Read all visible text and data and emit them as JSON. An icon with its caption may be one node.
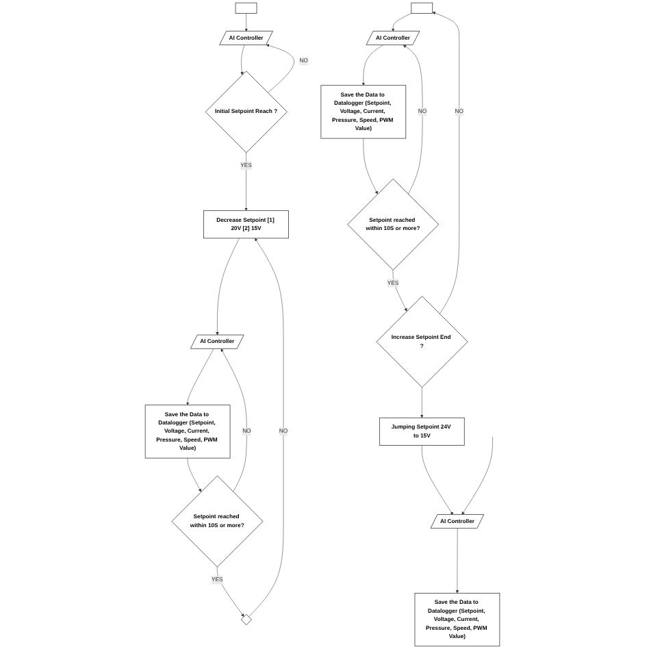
{
  "diagram": {
    "nodes": [
      {
        "text": [],
        "shape": "box"
      },
      {
        "text": [
          "AI Controller"
        ]
      },
      {
        "text": [
          "Initial Setpoint Reach ?"
        ]
      },
      {
        "text": [
          "Decrease Setpoint [1] 20V [2] 15V"
        ]
      },
      {
        "text": [
          "AI Controller"
        ]
      },
      {
        "text": [
          "Save the Data to Datalogger (Setpoint, Voltage, Current, Pressure, Speed, PWM Value)"
        ]
      },
      {
        "text": [
          "Setpoint reached within 10S or more?"
        ]
      },
      {
        "text": [],
        "shape": "diamond"
      },
      {
        "text": [],
        "shape": "box"
      },
      {
        "text": [
          "AI Controller"
        ]
      },
      {
        "text": [
          "Save the Data to Datalogger (Setpoint, Voltage, Current, Pressure, Speed, PWM Value)"
        ]
      },
      {
        "text": [
          "Setpoint reached within 10S or more?"
        ]
      },
      {
        "text": [
          "Increase Setpoint End ?"
        ]
      },
      {
        "text": [
          "Jumping Setpoint 24V to 15V"
        ]
      },
      {
        "text": [
          "AI Controller"
        ]
      },
      {
        "text": [
          "Save the Data to Datalogger (Setpoint, Voltage, Current, Pressure, Speed, PWM Value)"
        ]
      }
    ],
    "edges": [
      {
        "from": 0,
        "to": 1,
        "arrow": "to"
      },
      {
        "from": 1,
        "to": 2,
        "arrow": "to"
      },
      {
        "from": 2,
        "to": 1,
        "arrow": "to",
        "label": "NO"
      },
      {
        "from": 2,
        "to": 3,
        "arrow": "to",
        "label": "YES"
      },
      {
        "from": 3,
        "to": 4,
        "arrow": "to"
      },
      {
        "from": 4,
        "to": 5,
        "arrow": "to"
      },
      {
        "from": 5,
        "to": 6,
        "arrow": "to"
      },
      {
        "from": 6,
        "to": 4,
        "arrow": "to",
        "label": "NO"
      },
      {
        "from": 6,
        "to": 7,
        "arrow": "to",
        "label": "YES"
      },
      {
        "from": 7,
        "to": 3,
        "arrow": "to",
        "label": "NO"
      },
      {
        "from": 8,
        "to": 9,
        "arrow": "to"
      },
      {
        "from": 9,
        "to": 10,
        "arrow": "to"
      },
      {
        "from": 10,
        "to": 11,
        "arrow": "to"
      },
      {
        "from": 11,
        "to": 9,
        "arrow": "to",
        "label": "NO"
      },
      {
        "from": 11,
        "to": 12,
        "arrow": "to",
        "label": "YES"
      },
      {
        "from": 12,
        "to": 8,
        "arrow": "to",
        "label": "NO"
      },
      {
        "from": 12,
        "to": 13,
        "arrow": "to"
      },
      {
        "from": 13,
        "to": 14,
        "arrow": "to"
      },
      {
        "from": 14,
        "to": 15,
        "arrow": "to"
      },
      {
        "from": null,
        "to": 14,
        "arrow": "to"
      }
    ]
  }
}
